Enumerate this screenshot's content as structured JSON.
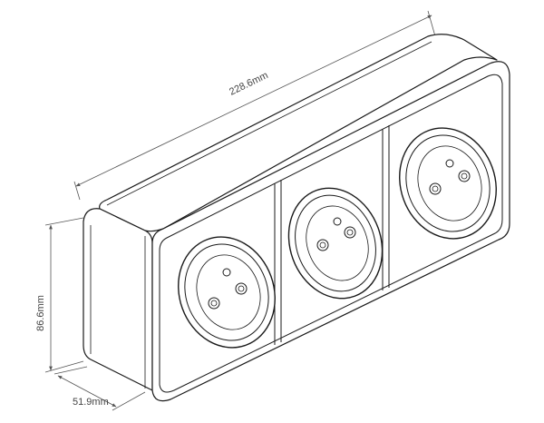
{
  "diagram": {
    "dimensions": {
      "length": "228.6mm",
      "height": "86.6mm",
      "depth": "51.9mm"
    },
    "colors": {
      "line": "#1a1a1a",
      "dimension_line": "#555555",
      "background": "#ffffff"
    },
    "outlets": [
      {
        "name": "left"
      },
      {
        "name": "middle"
      },
      {
        "name": "right"
      }
    ]
  }
}
